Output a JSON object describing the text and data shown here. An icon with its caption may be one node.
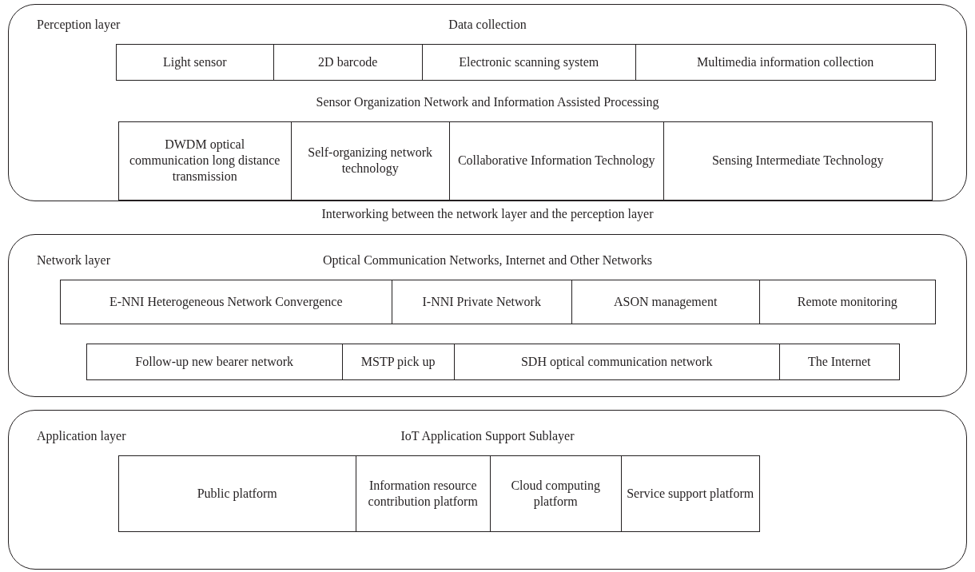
{
  "diagram": {
    "nodes": [
      {
        "text": [
          "Perception layer",
          "Data collection",
          "Sensor Organization Network and Information Assisted Processing"
        ]
      },
      {
        "text": [
          "Light sensor"
        ],
        "in": 0
      },
      {
        "text": [
          "2D barcode"
        ],
        "in": 0
      },
      {
        "text": [
          "Electronic scanning system"
        ],
        "in": 0
      },
      {
        "text": [
          "Multimedia information collection"
        ],
        "in": 0
      },
      {
        "text": [
          "DWDM optical communication long distance transmission"
        ],
        "in": 0
      },
      {
        "text": [
          "Self-organizing network technology"
        ],
        "in": 0
      },
      {
        "text": [
          "Collaborative Information Technology"
        ],
        "in": 0
      },
      {
        "text": [
          "Sensing Intermediate Technology"
        ],
        "in": 0
      },
      {
        "text": [
          "Network layer",
          "Optical Communication Networks, Internet and Other Networks"
        ]
      },
      {
        "text": [
          "E-NNI Heterogeneous Network Convergence"
        ],
        "in": 9
      },
      {
        "text": [
          "I-NNI Private Network"
        ],
        "in": 9
      },
      {
        "text": [
          "ASON management"
        ],
        "in": 9
      },
      {
        "text": [
          "Remote monitoring"
        ],
        "in": 9
      },
      {
        "text": [
          "Follow-up new bearer network"
        ],
        "in": 9
      },
      {
        "text": [
          "MSTP pick up"
        ],
        "in": 9
      },
      {
        "text": [
          "SDH optical communication network"
        ],
        "in": 9
      },
      {
        "text": [
          "The Internet"
        ],
        "in": 9
      },
      {
        "text": [
          "Application layer",
          "IoT Application Support Sublayer"
        ]
      },
      {
        "text": [
          "Public platform"
        ],
        "in": 18
      },
      {
        "text": [
          "Information resource contribution platform"
        ],
        "in": 18
      },
      {
        "text": [
          "Cloud computing platform"
        ],
        "in": 18
      },
      {
        "text": [
          "Service support platform"
        ],
        "in": 18
      }
    ],
    "labels": [
      "Interworking between the network layer and the perception layer"
    ]
  }
}
